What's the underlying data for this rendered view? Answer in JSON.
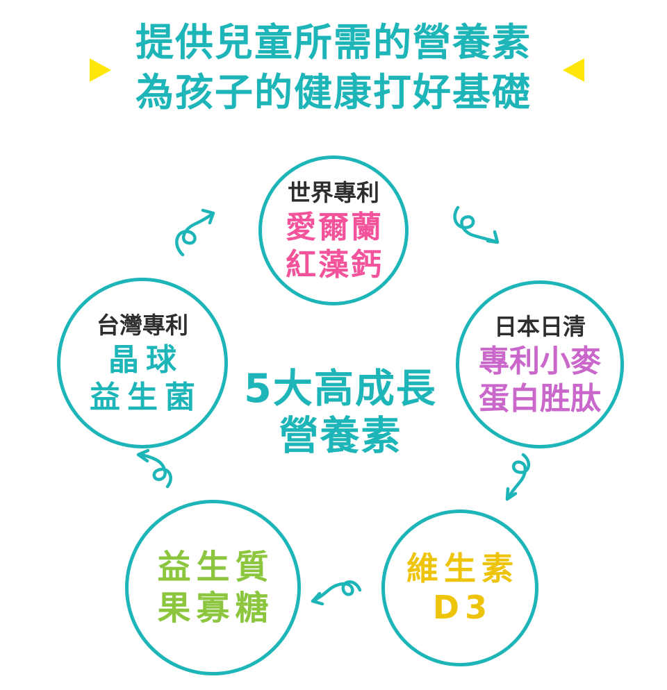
{
  "header": {
    "line1": "提供兒童所需的營養素",
    "line2": "為孩子的健康打好基礎"
  },
  "center_title": {
    "line1": "5大高成長",
    "line2": "營養素"
  },
  "circles": [
    {
      "position": "top",
      "label": "世界專利",
      "lines": [
        "愛爾蘭",
        "紅藻鈣"
      ],
      "text_color": "#f2539b"
    },
    {
      "position": "left",
      "label": "台灣專利",
      "lines": [
        "晶球",
        "益生菌"
      ],
      "text_color": "#1db5b8"
    },
    {
      "position": "right",
      "label": "日本日清",
      "lines": [
        "專利小麥",
        "蛋白胜肽"
      ],
      "text_color": "#ca67ca"
    },
    {
      "position": "bottom-left",
      "label": "",
      "lines": [
        "益生質",
        "果寡糖"
      ],
      "text_color": "#8cc63e"
    },
    {
      "position": "bottom-right",
      "label": "",
      "lines": [
        "維生素",
        "D3"
      ],
      "text_color": "#edc40a"
    }
  ],
  "colors": {
    "teal": "#1db5b8",
    "pink": "#f2539b",
    "purple": "#ca67ca",
    "green": "#8cc63e",
    "gold": "#edc40a",
    "triangle_yellow": "#ffe608",
    "label_dark": "#2e2e2e"
  }
}
